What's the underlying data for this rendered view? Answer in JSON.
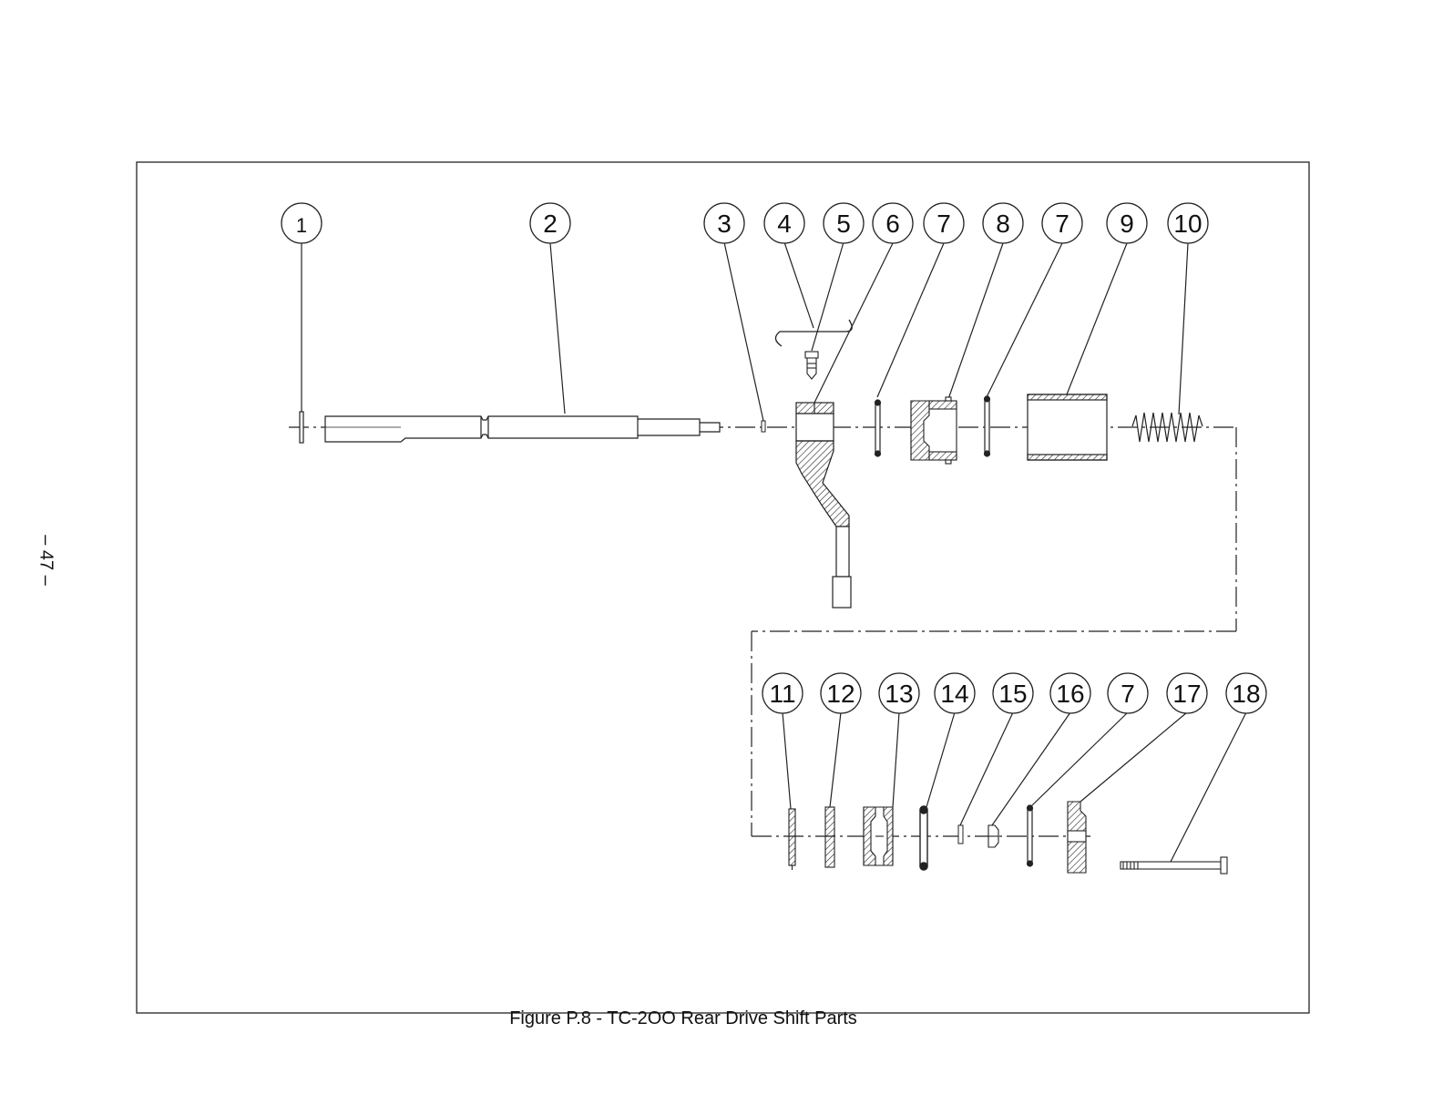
{
  "page_number": "– 47 –",
  "caption": "Figure P.8 - TC-2OO Rear Drive Shift Parts",
  "callouts": [
    "1",
    "2",
    "3",
    "4",
    "5",
    "6",
    "7",
    "8",
    "7",
    "9",
    "10",
    "11",
    "12",
    "13",
    "14",
    "15",
    "16",
    "7",
    "17",
    "18"
  ]
}
